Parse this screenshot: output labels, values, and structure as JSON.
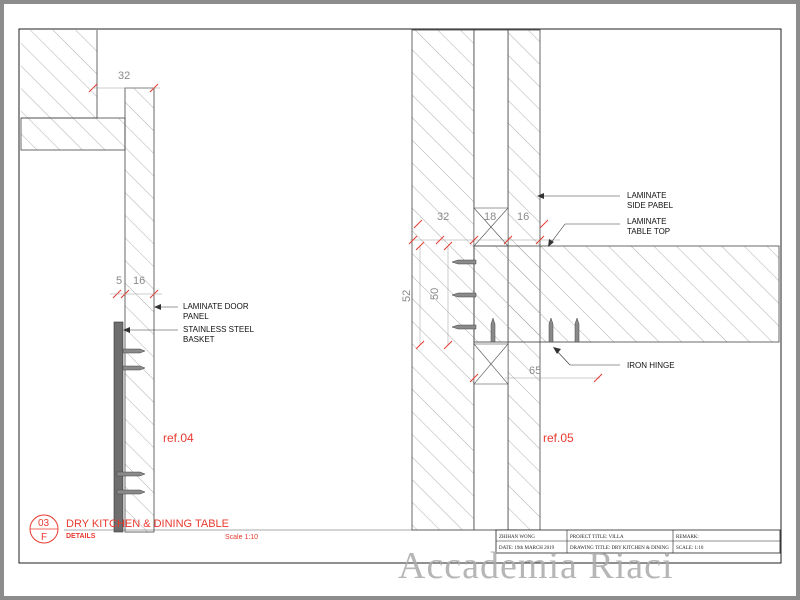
{
  "drawing": {
    "ref_left": "ref.04",
    "ref_right": "ref.05",
    "dims": {
      "top_32": "32",
      "left_5": "5",
      "left_16": "16",
      "mid_32": "32",
      "mid_18": "18",
      "mid_16": "16",
      "v_52": "52",
      "v_50": "50",
      "h_65": "65"
    },
    "callouts": {
      "door_panel_1": "LAMINATE DOOR",
      "door_panel_2": "PANEL",
      "basket_1": "STAINLESS STEEL",
      "basket_2": "BASKET",
      "side_panel_1": "LAMINATE",
      "side_panel_2": "SIDE PABEL",
      "table_top_1": "LAMINATE",
      "table_top_2": "TABLE TOP",
      "hinge": "IRON HINGE"
    },
    "title": {
      "circle_top": "03",
      "circle_bottom": "F",
      "main": "DRY KITCHEN & DINING TABLE",
      "sub": "DETAILS",
      "scale": "Scale 1:10"
    }
  },
  "title_block": {
    "name": "ZHIHAN WONG",
    "project": "PROJECT TITLE:   VILLA",
    "remark": "REMARK:",
    "date": "DATE: 19th MARCH 2019",
    "drawing_title": "DRAWING TITLE: DRY KITCHEN & DINING",
    "scale": "SCALE: 1:10"
  },
  "watermark": "Accademia Riaci",
  "colors": {
    "accent": "#e83a2f",
    "line": "#333333",
    "hatch": "#9a9a9a",
    "dim_text": "#8a8a8a"
  }
}
